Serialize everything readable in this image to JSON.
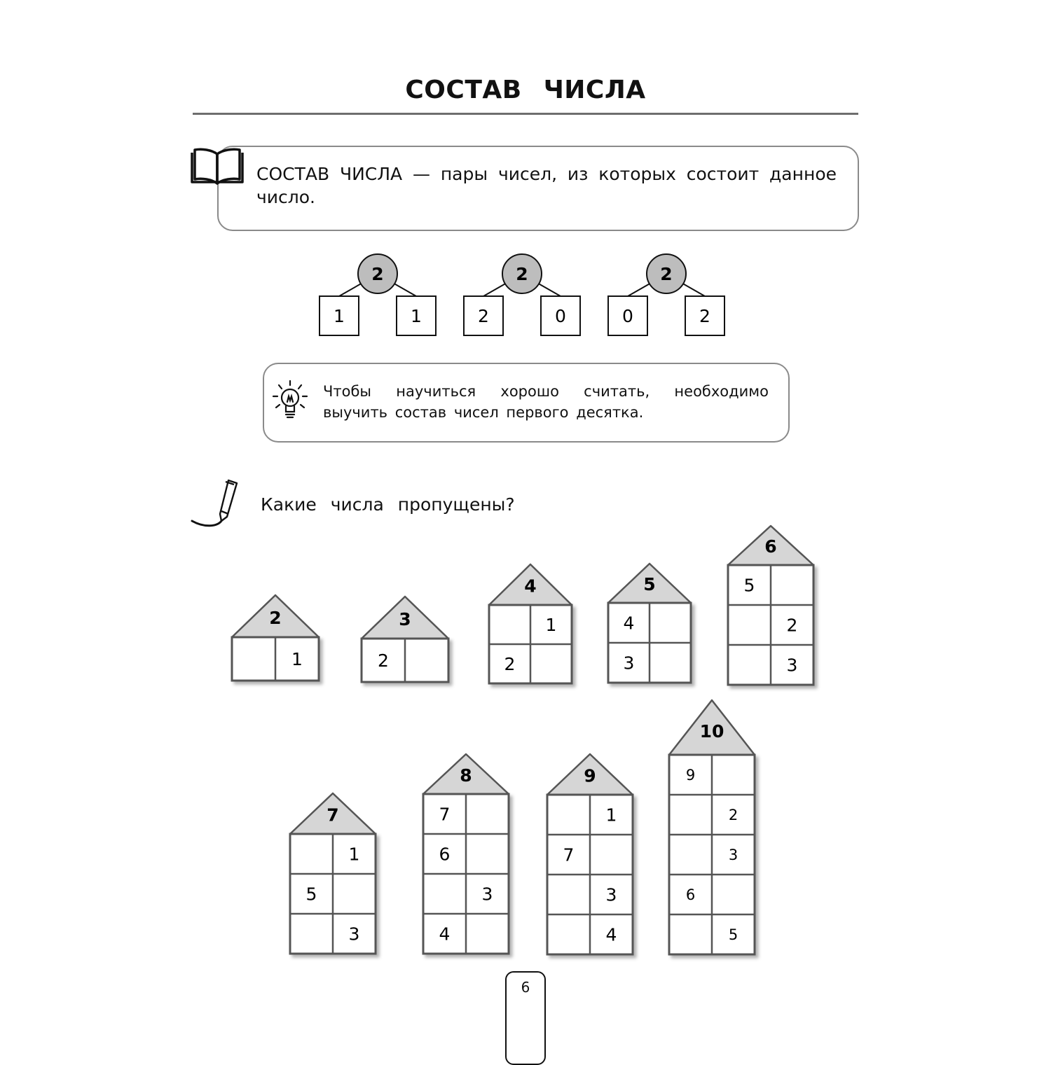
{
  "header": {
    "title": "СОСТАВ ЧИСЛА"
  },
  "definition": {
    "icon": "open-book-icon",
    "text": "СОСТАВ ЧИСЛА — пары чисел, из которых состоит данное число."
  },
  "examples": [
    {
      "whole": "2",
      "left": "1",
      "right": "1"
    },
    {
      "whole": "2",
      "left": "2",
      "right": "0"
    },
    {
      "whole": "2",
      "left": "0",
      "right": "2"
    }
  ],
  "tip": {
    "icon": "light-bulb-icon",
    "text": "Чтобы научиться хорошо считать, необходимо выучить состав чисел первого десятка."
  },
  "task": {
    "icon": "pencil-icon",
    "text": "Какие числа пропущены?"
  },
  "houses": [
    {
      "number": "2",
      "rows": [
        [
          "",
          "1"
        ]
      ]
    },
    {
      "number": "3",
      "rows": [
        [
          "2",
          ""
        ]
      ]
    },
    {
      "number": "4",
      "rows": [
        [
          "",
          "1"
        ],
        [
          "2",
          ""
        ]
      ]
    },
    {
      "number": "5",
      "rows": [
        [
          "4",
          ""
        ],
        [
          "3",
          ""
        ]
      ]
    },
    {
      "number": "6",
      "rows": [
        [
          "5",
          ""
        ],
        [
          "",
          "2"
        ],
        [
          "",
          "3"
        ]
      ]
    },
    {
      "number": "7",
      "rows": [
        [
          "",
          "1"
        ],
        [
          "5",
          ""
        ],
        [
          "",
          "3"
        ]
      ]
    },
    {
      "number": "8",
      "rows": [
        [
          "7",
          ""
        ],
        [
          "6",
          ""
        ],
        [
          "",
          "3"
        ],
        [
          "4",
          ""
        ]
      ]
    },
    {
      "number": "9",
      "rows": [
        [
          "",
          "1"
        ],
        [
          "7",
          ""
        ],
        [
          "",
          "3"
        ],
        [
          "",
          "4"
        ]
      ]
    },
    {
      "number": "10",
      "rows": [
        [
          "9",
          ""
        ],
        [
          "",
          "2"
        ],
        [
          "",
          "3"
        ],
        [
          "6",
          ""
        ],
        [
          "",
          "5"
        ]
      ]
    }
  ],
  "footer": {
    "page_number": "6"
  }
}
